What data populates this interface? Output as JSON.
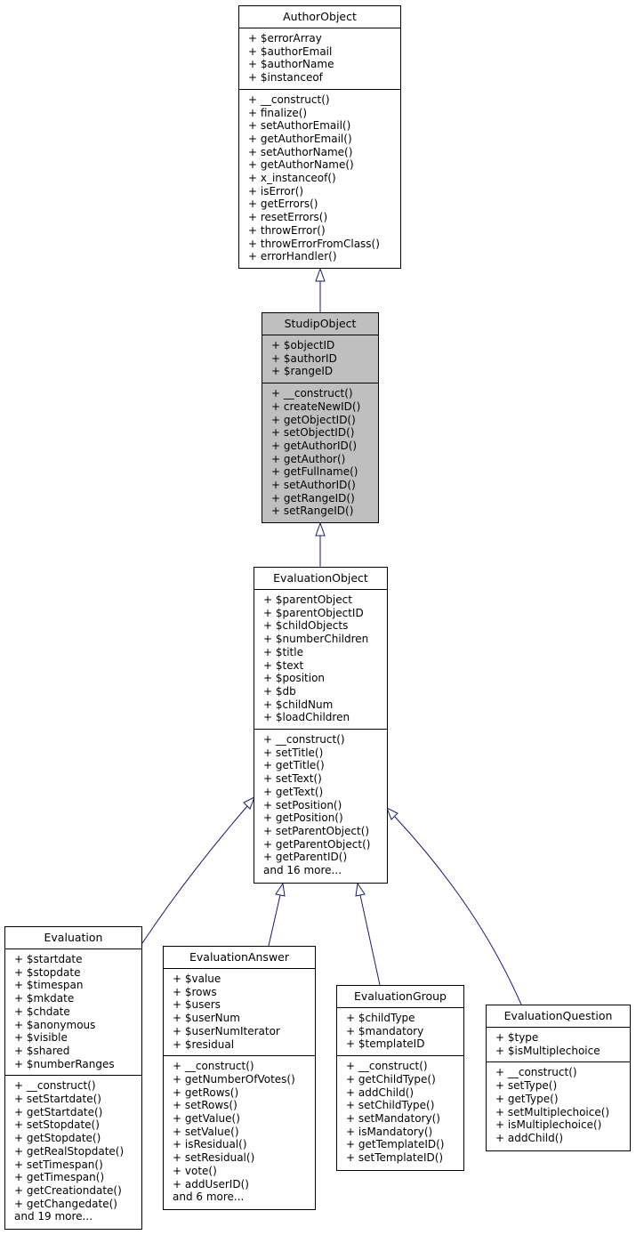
{
  "classes": {
    "author_object": {
      "name": "AuthorObject",
      "attributes": [
        "+ $errorArray",
        "+ $authorEmail",
        "+ $authorName",
        "+ $instanceof"
      ],
      "methods": [
        "+ __construct()",
        "+ finalize()",
        "+ setAuthorEmail()",
        "+ getAuthorEmail()",
        "+ setAuthorName()",
        "+ getAuthorName()",
        "+ x_instanceof()",
        "+ isError()",
        "+ getErrors()",
        "+ resetErrors()",
        "+ throwError()",
        "+ throwErrorFromClass()",
        "+ errorHandler()"
      ]
    },
    "studip_object": {
      "name": "StudipObject",
      "attributes": [
        "+ $objectID",
        "+ $authorID",
        "+ $rangeID"
      ],
      "methods": [
        "+ __construct()",
        "+ createNewID()",
        "+ getObjectID()",
        "+ setObjectID()",
        "+ getAuthorID()",
        "+ getAuthor()",
        "+ getFullname()",
        "+ setAuthorID()",
        "+ getRangeID()",
        "+ setRangeID()"
      ]
    },
    "evaluation_object": {
      "name": "EvaluationObject",
      "attributes": [
        "+ $parentObject",
        "+ $parentObjectID",
        "+ $childObjects",
        "+ $numberChildren",
        "+ $title",
        "+ $text",
        "+ $position",
        "+ $db",
        "+ $childNum",
        "+ $loadChildren"
      ],
      "methods": [
        "+ __construct()",
        "+ setTitle()",
        "+ getTitle()",
        "+ setText()",
        "+ getText()",
        "+ setPosition()",
        "+ getPosition()",
        "+ setParentObject()",
        "+ getParentObject()",
        "+ getParentID()",
        "and 16 more..."
      ]
    },
    "evaluation": {
      "name": "Evaluation",
      "attributes": [
        "+ $startdate",
        "+ $stopdate",
        "+ $timespan",
        "+ $mkdate",
        "+ $chdate",
        "+ $anonymous",
        "+ $visible",
        "+ $shared",
        "+ $numberRanges"
      ],
      "methods": [
        "+ __construct()",
        "+ setStartdate()",
        "+ getStartdate()",
        "+ setStopdate()",
        "+ getStopdate()",
        "+ getRealStopdate()",
        "+ setTimespan()",
        "+ getTimespan()",
        "+ getCreationdate()",
        "+ getChangedate()",
        "and 19 more..."
      ]
    },
    "evaluation_answer": {
      "name": "EvaluationAnswer",
      "attributes": [
        "+ $value",
        "+ $rows",
        "+ $users",
        "+ $userNum",
        "+ $userNumIterator",
        "+ $residual"
      ],
      "methods": [
        "+ __construct()",
        "+ getNumberOfVotes()",
        "+ getRows()",
        "+ setRows()",
        "+ getValue()",
        "+ setValue()",
        "+ isResidual()",
        "+ setResidual()",
        "+ vote()",
        "+ addUserID()",
        "and 6 more..."
      ]
    },
    "evaluation_group": {
      "name": "EvaluationGroup",
      "attributes": [
        "+ $childType",
        "+ $mandatory",
        "+ $templateID"
      ],
      "methods": [
        "+ __construct()",
        "+ getChildType()",
        "+ addChild()",
        "+ setChildType()",
        "+ setMandatory()",
        "+ isMandatory()",
        "+ getTemplateID()",
        "+ setTemplateID()"
      ]
    },
    "evaluation_question": {
      "name": "EvaluationQuestion",
      "attributes": [
        "+ $type",
        "+ $isMultiplechoice"
      ],
      "methods": [
        "+ __construct()",
        "+ setType()",
        "+ getType()",
        "+ setMultiplechoice()",
        "+ isMultiplechoice()",
        "+ addChild()"
      ]
    }
  },
  "inheritance": [
    {
      "child": "StudipObject",
      "parent": "AuthorObject"
    },
    {
      "child": "EvaluationObject",
      "parent": "StudipObject"
    },
    {
      "child": "Evaluation",
      "parent": "EvaluationObject"
    },
    {
      "child": "EvaluationAnswer",
      "parent": "EvaluationObject"
    },
    {
      "child": "EvaluationGroup",
      "parent": "EvaluationObject"
    },
    {
      "child": "EvaluationQuestion",
      "parent": "EvaluationObject"
    }
  ],
  "colors": {
    "edge": "#191970",
    "highlight_fill": "#bfbfbf",
    "border": "#000000"
  }
}
